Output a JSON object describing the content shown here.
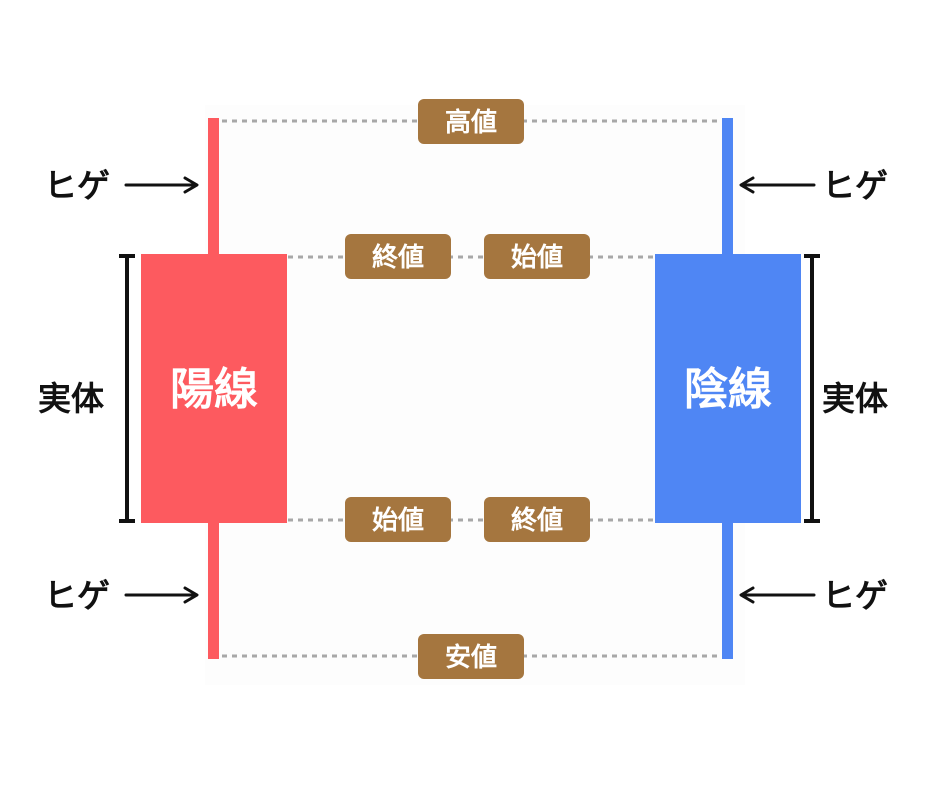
{
  "colors": {
    "bullish": "#fd5a5f",
    "bearish": "#4f86f4",
    "tag_fill": "#a5763f",
    "tag_text": "#ffffff",
    "guide_line": "#a8a8a8",
    "label_text": "#111111"
  },
  "candles": {
    "bullish": {
      "body_label": "陽線"
    },
    "bearish": {
      "body_label": "陰線"
    }
  },
  "price_tags": {
    "high": "高値",
    "low": "安値",
    "bullish_close": "終値",
    "bullish_open": "始値",
    "bearish_open": "始値",
    "bearish_close": "終値"
  },
  "part_labels": {
    "left_upper_wick": "ヒゲ",
    "left_lower_wick": "ヒゲ",
    "left_body": "実体",
    "right_upper_wick": "ヒゲ",
    "right_lower_wick": "ヒゲ",
    "right_body": "実体"
  }
}
